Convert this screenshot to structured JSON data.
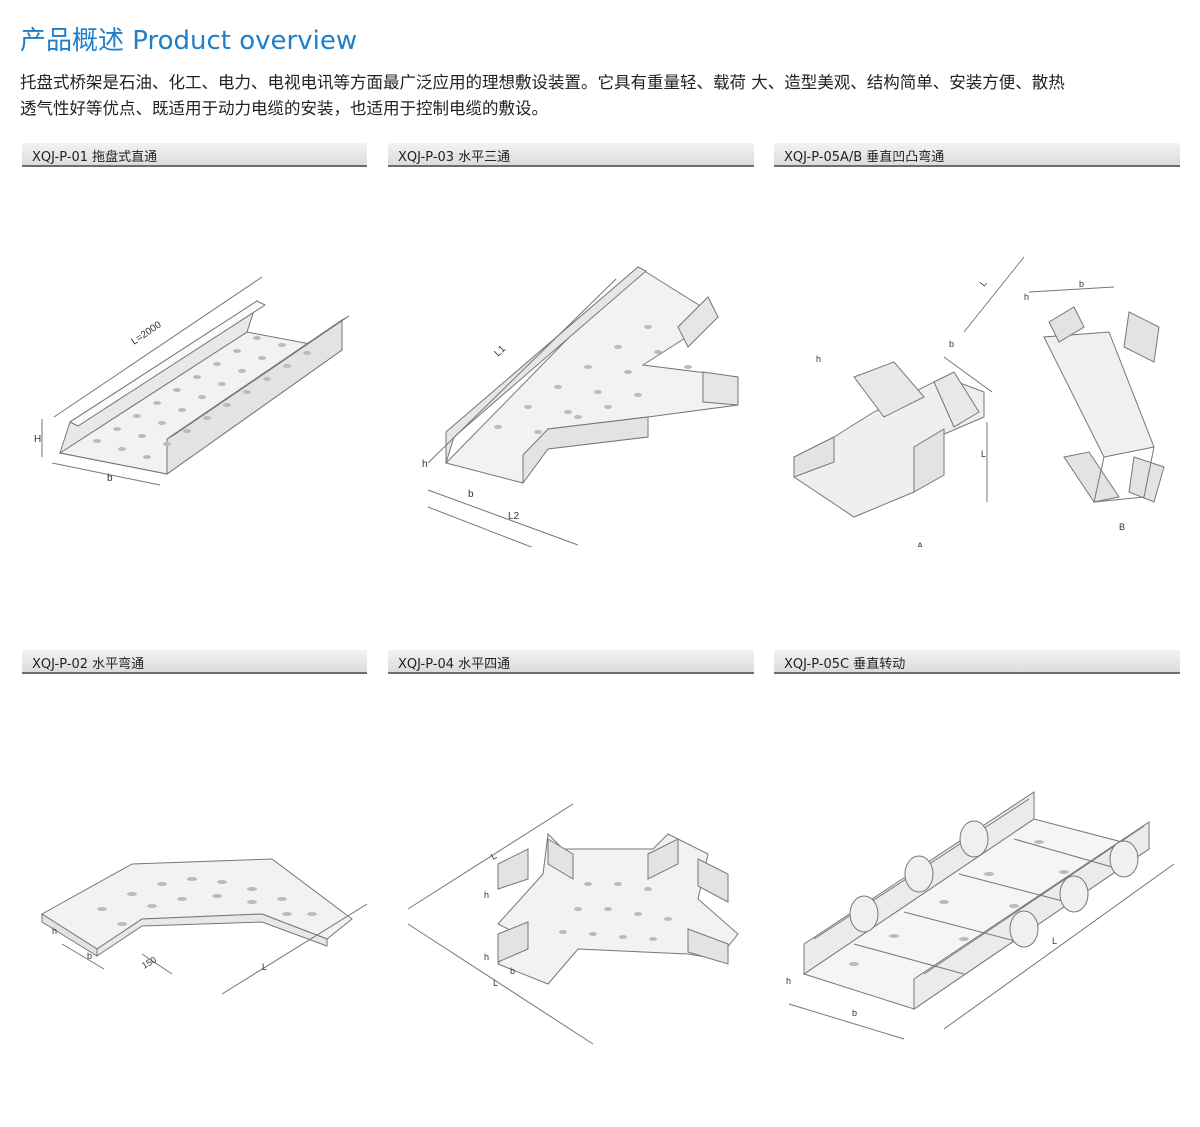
{
  "header": {
    "title": "产品概述 Product overview"
  },
  "intro": {
    "line1": "托盘式桥架是石油、化工、电力、电视电讯等方面最广泛应用的理想敷设装置。它具有重量轻、载荷 大、造型美观、结构简单、安装方便、散热",
    "line2": "透气性好等优点、既适用于动力电缆的安装，也适用于控制电缆的敷设。"
  },
  "products": [
    {
      "code": "XQJ-P-01 拖盘式直通",
      "dims": {
        "l": "L=2000",
        "h": "H",
        "b": "b"
      }
    },
    {
      "code": "XQJ-P-03 水平三通",
      "dims": {
        "l1": "L1",
        "l2": "L2",
        "h": "h",
        "b": "b"
      }
    },
    {
      "code": "XQJ-P-05A/B 垂直凹凸弯通",
      "dims": {
        "l_left": "L",
        "l_right": "L",
        "h_a": "h",
        "b_a": "b",
        "h_b": "h",
        "b_b": "b",
        "a": "A",
        "b_label": "B"
      }
    },
    {
      "code": "XQJ-P-02 水平弯通",
      "dims": {
        "h": "h",
        "b": "b",
        "r": "150",
        "l": "L"
      }
    },
    {
      "code": "XQJ-P-04 水平四通",
      "dims": {
        "l_top": "L",
        "l_bottom": "L",
        "h_top": "h",
        "h_bottom": "h",
        "b": "b"
      }
    },
    {
      "code": "XQJ-P-05C 垂直转动",
      "dims": {
        "h": "h",
        "b": "b",
        "l": "L"
      }
    }
  ]
}
